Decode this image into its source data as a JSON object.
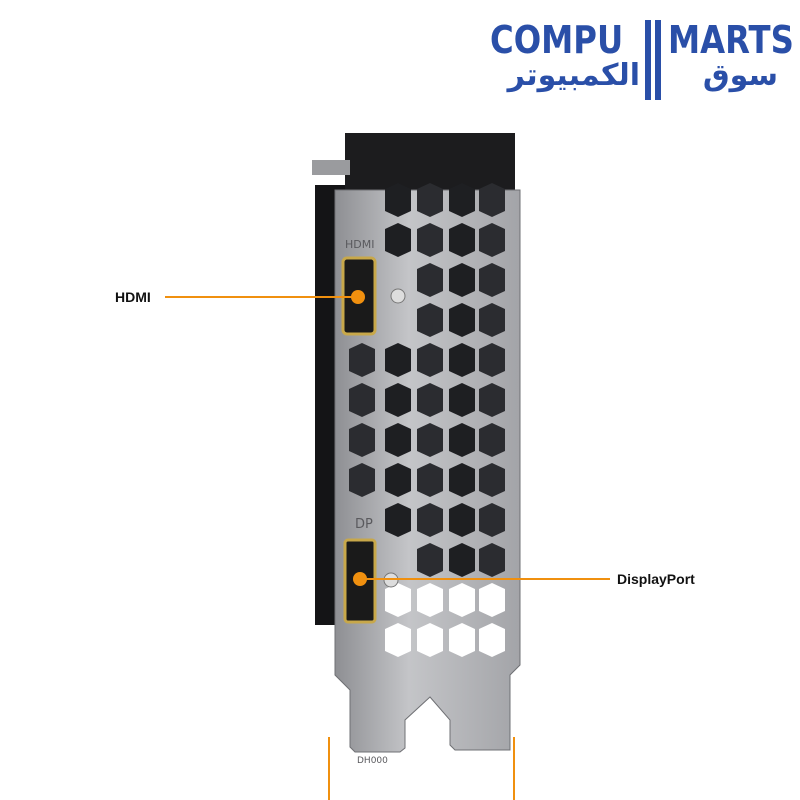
{
  "logo": {
    "brand_left": "COMPU",
    "brand_right": "MARTS",
    "arabic_left": "الكمبيوتر",
    "arabic_right": "سوق",
    "color": "#2a4fa8"
  },
  "product": {
    "bracket_labels": {
      "hdmi": "HDMI",
      "dp": "DP",
      "code": "DH000"
    }
  },
  "callouts": [
    {
      "label": "HDMI"
    },
    {
      "label": "DisplayPort"
    }
  ],
  "accent_color": "#f0900f"
}
